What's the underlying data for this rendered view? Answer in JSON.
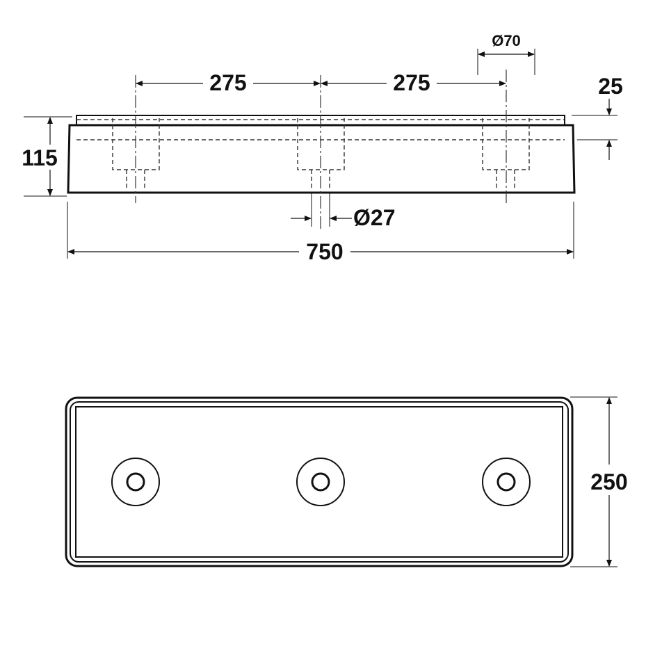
{
  "dimensions": {
    "spacing_left": "275",
    "spacing_right": "275",
    "counterbore_diameter": "Ø70",
    "top_step": "25",
    "height": "115",
    "bolt_hole_diameter": "Ø27",
    "overall_length": "750",
    "width": "250"
  }
}
